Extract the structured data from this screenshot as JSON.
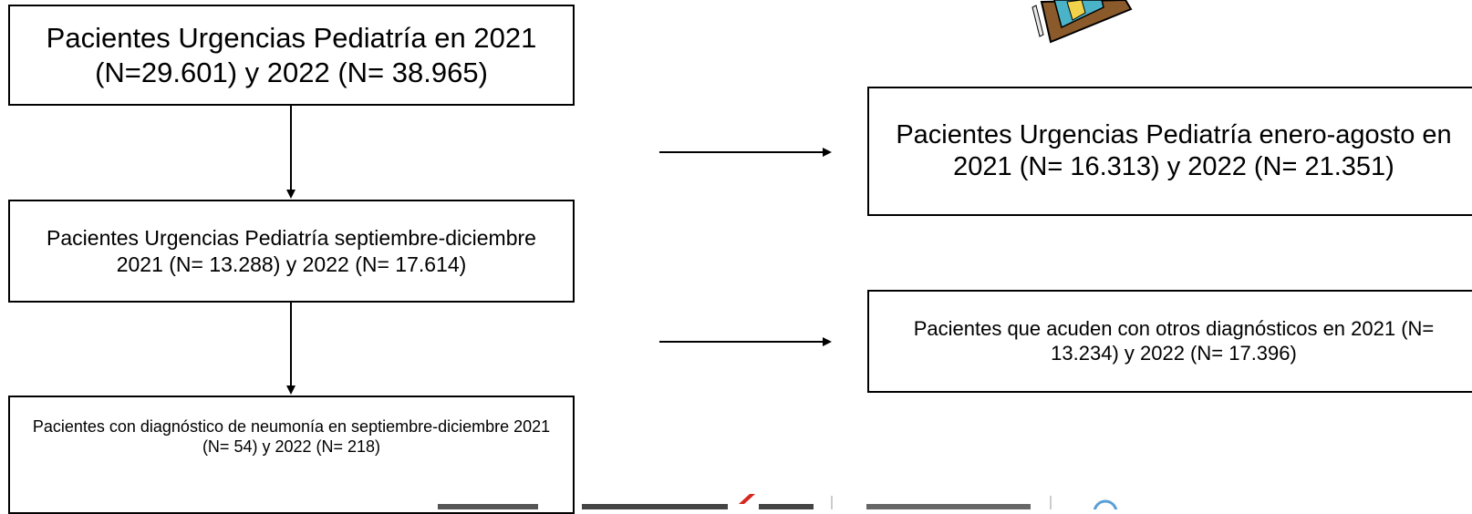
{
  "boxes": {
    "total": "Pacientes Urgencias Pediatría en 2021 (N=29.601) y 2022 (N= 38.965)",
    "sep_dec": "Pacientes Urgencias Pediatría septiembre-diciembre 2021 (N= 13.288) y 2022 (N= 17.614)",
    "neumonia": "Pacientes con diagnóstico de neumonía en septiembre-diciembre 2021 (N= 54) y 2022 (N= 218)",
    "jan_aug": "Pacientes Urgencias Pediatría enero-agosto en 2021 (N= 16.313) y 2022 (N= 21.351)",
    "otros": "Pacientes que acuden con otros diagnósticos en 2021 (N= 13.234) y 2022 (N= 17.396)"
  },
  "icons": {
    "clipart": "clipboard-clipart-icon",
    "logos": "institution-logos"
  },
  "colors": {
    "line": "#000000",
    "logo_red": "#d7261e"
  }
}
